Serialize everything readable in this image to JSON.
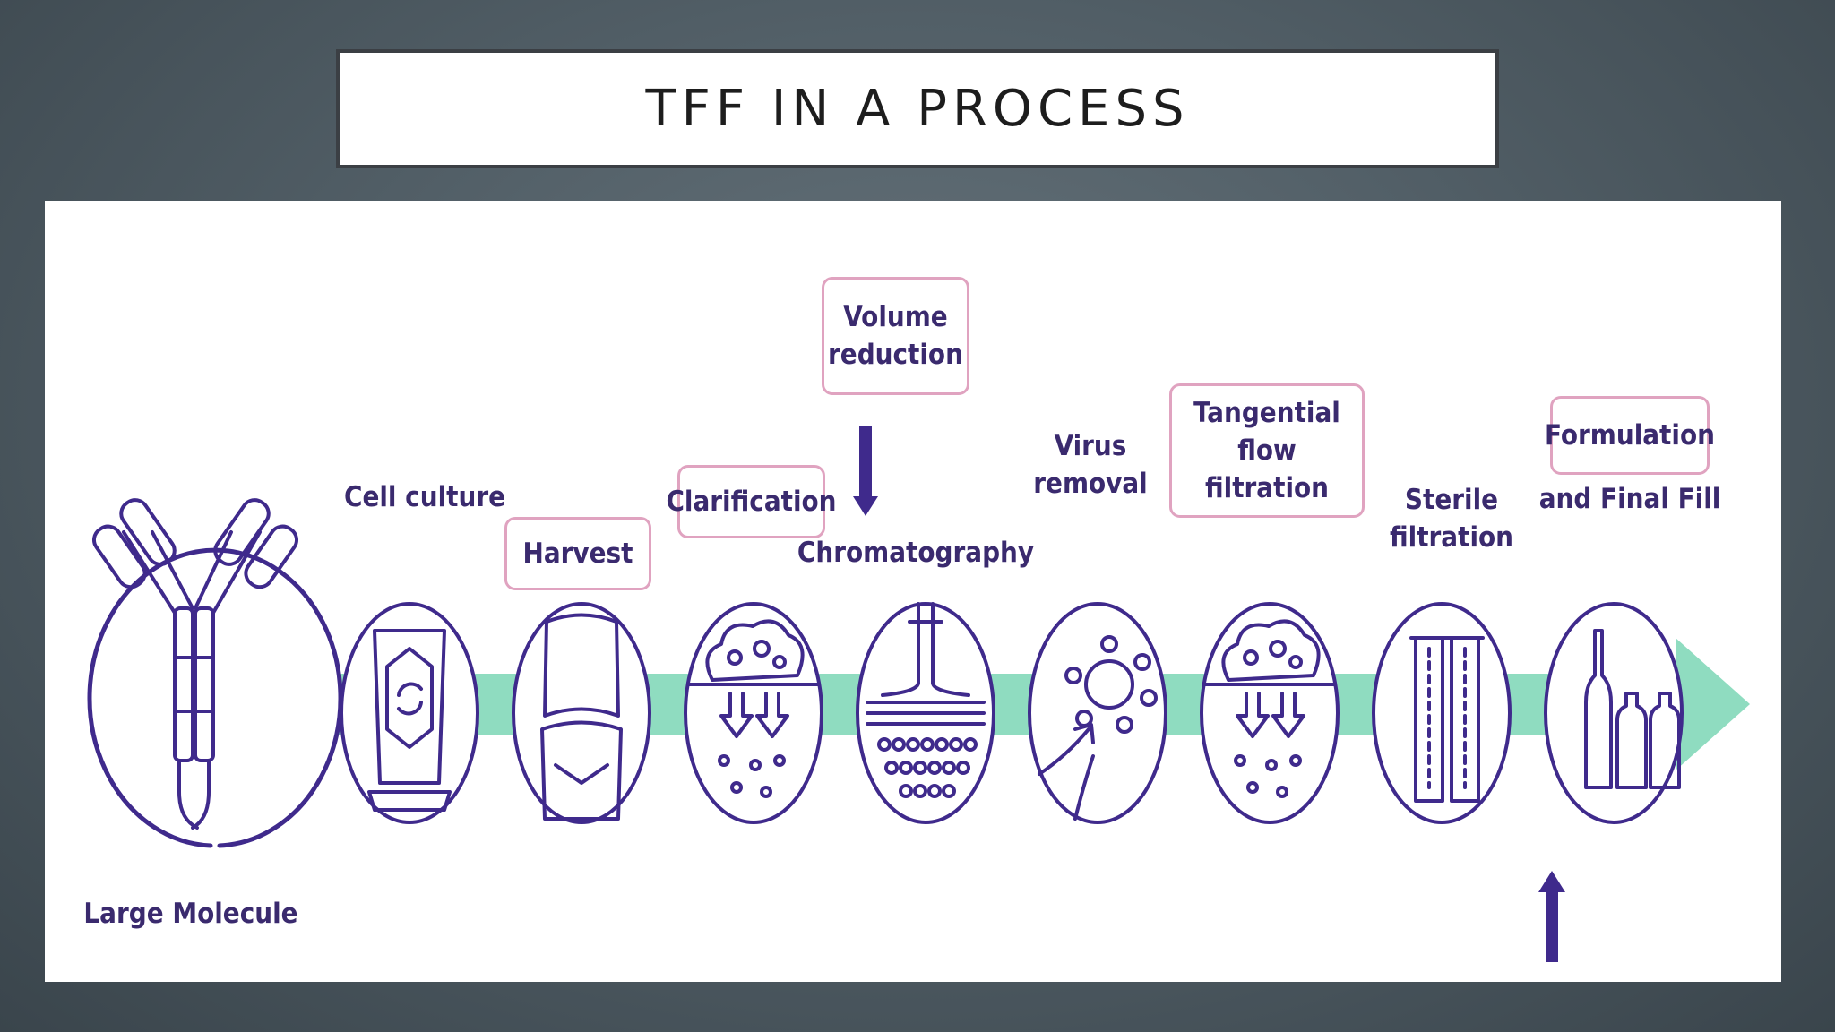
{
  "title": "TFF IN A PROCESS",
  "diagram": {
    "start_label": "Large Molecule",
    "steps": [
      {
        "label": "Cell culture",
        "highlighted": false
      },
      {
        "label": "Harvest",
        "highlighted": true
      },
      {
        "label": "Clarification",
        "highlighted": true
      },
      {
        "label": "Chromatography",
        "highlighted": false
      },
      {
        "label": "Virus\nremoval",
        "highlighted": false
      },
      {
        "label": "Tangential flow\nfiltration",
        "highlighted": true
      },
      {
        "label": "Sterile\nfiltration",
        "highlighted": false
      },
      {
        "label": "Formulation",
        "label_suffix": "and Final Fill",
        "highlighted": true
      }
    ],
    "callout": {
      "label": "Volume\nreduction"
    },
    "colors": {
      "icon_stroke": "#3f2a8c",
      "flow_arrow": "#8fdcc0",
      "highlight_border": "#e0a3c0",
      "text": "#3a2a6e"
    }
  }
}
